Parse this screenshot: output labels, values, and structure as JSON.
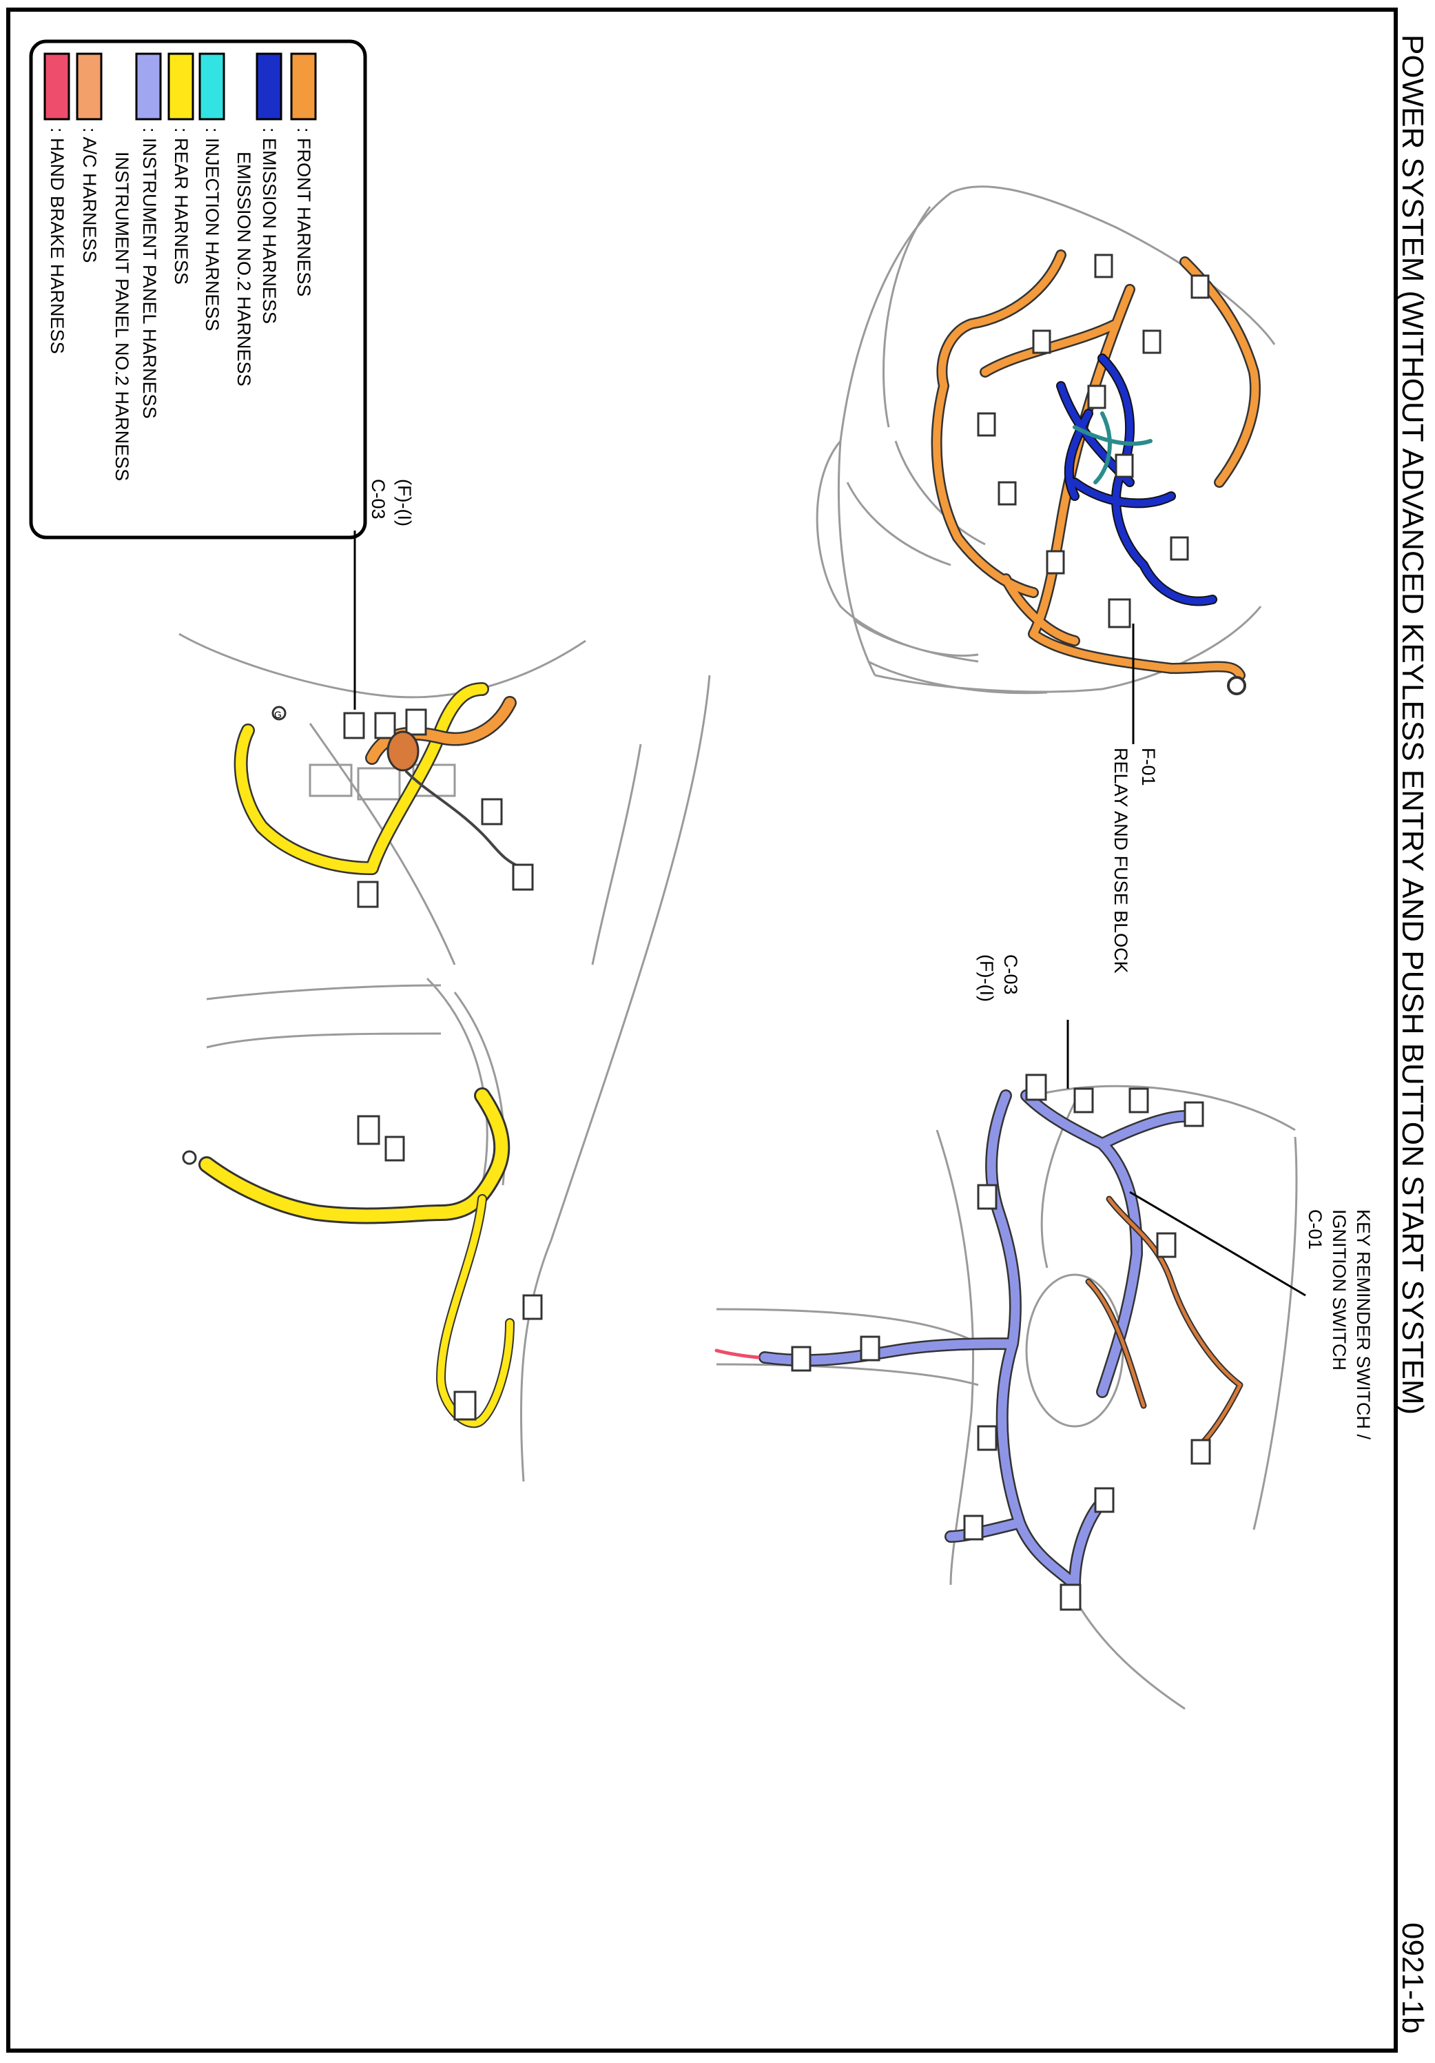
{
  "header": {
    "title": "POWER SYSTEM (WITHOUT ADVANCED KEYLESS ENTRY AND PUSH BUTTON START SYSTEM)",
    "page_code": "0921-1b"
  },
  "legend": {
    "items": [
      {
        "label": ": FRONT HARNESS",
        "color": "#f39a3c"
      },
      {
        "label": ": EMISSION HARNESS",
        "color": "#1a2fc8"
      },
      {
        "label": "EMISSION NO.2 HARNESS",
        "color": "#1a2fc8"
      },
      {
        "label": ": INJECTION HARNESS",
        "color": "#33e2e2"
      },
      {
        "label": ": REAR HARNESS",
        "color": "#ffe617"
      },
      {
        "label": ": INSTRUMENT PANEL HARNESS",
        "color": "#a0a6f0"
      },
      {
        "label": "INSTRUMENT PANEL NO.2 HARNESS",
        "color": "#a0a6f0"
      },
      {
        "label": ": A/C HARNESS",
        "color": "#f4a06a"
      },
      {
        "label": ": HAND BRAKE HARNESS",
        "color": "#ee4d6b"
      }
    ]
  },
  "callouts": {
    "f01_code": "F-01",
    "f01_name": "RELAY AND FUSE BLOCK",
    "c01_code": "C-01",
    "c01_name_line1": "KEY REMINDER SWITCH /",
    "c01_name_line2": "IGNITION SWITCH",
    "c03_top_code": "C-03",
    "c03_top_ref": "(F)-(I)",
    "c03_bottom_code": "C-03",
    "c03_bottom_ref": "(F)-(I)",
    "ground_symbol": "G"
  },
  "colors": {
    "front": "#f39a3c",
    "emission": "#1a2fc8",
    "injection": "#2a8c8c",
    "rear": "#ffe617",
    "instrument": "#8f95e6",
    "ac": "#d77a3a",
    "outline": "#9a9a9a"
  }
}
